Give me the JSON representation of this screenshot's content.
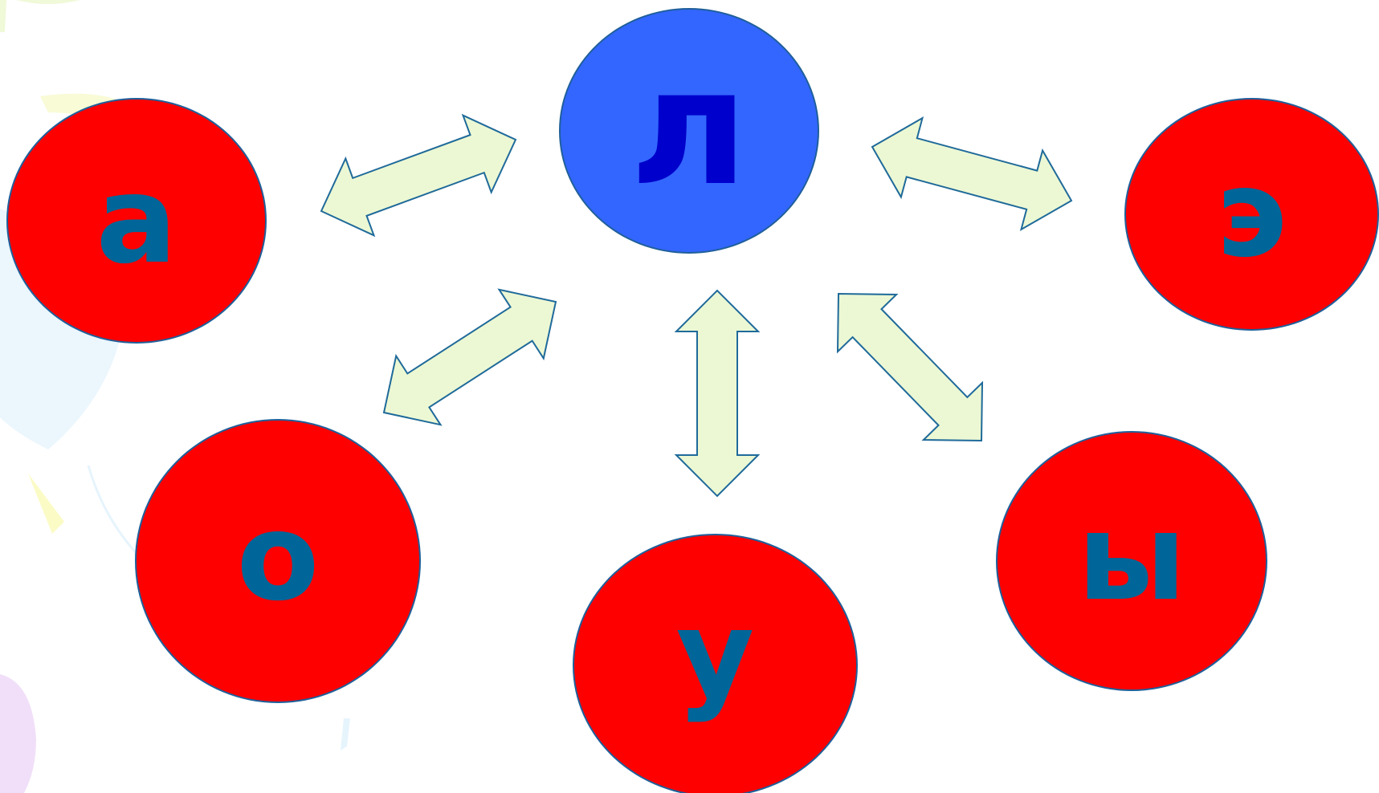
{
  "center": {
    "letter": "л"
  },
  "vowels": {
    "a": "а",
    "o": "о",
    "u": "у",
    "y": "ы",
    "e": "э"
  },
  "colors": {
    "center_fill": "#3366ff",
    "center_letter": "#0000cc",
    "vowel_fill": "#ff0000",
    "vowel_letter": "#006699",
    "outline": "#1f5f9a",
    "arrow_fill": "#ecf8d4",
    "arrow_stroke": "#1f6a9a"
  },
  "arrows": [
    {
      "name": "arrow-center-to-a",
      "connects": [
        "л",
        "а"
      ]
    },
    {
      "name": "arrow-center-to-e",
      "connects": [
        "л",
        "э"
      ]
    },
    {
      "name": "arrow-center-to-o",
      "connects": [
        "л",
        "о"
      ]
    },
    {
      "name": "arrow-center-to-u",
      "connects": [
        "л",
        "у"
      ]
    },
    {
      "name": "arrow-center-to-y",
      "connects": [
        "л",
        "ы"
      ]
    }
  ]
}
